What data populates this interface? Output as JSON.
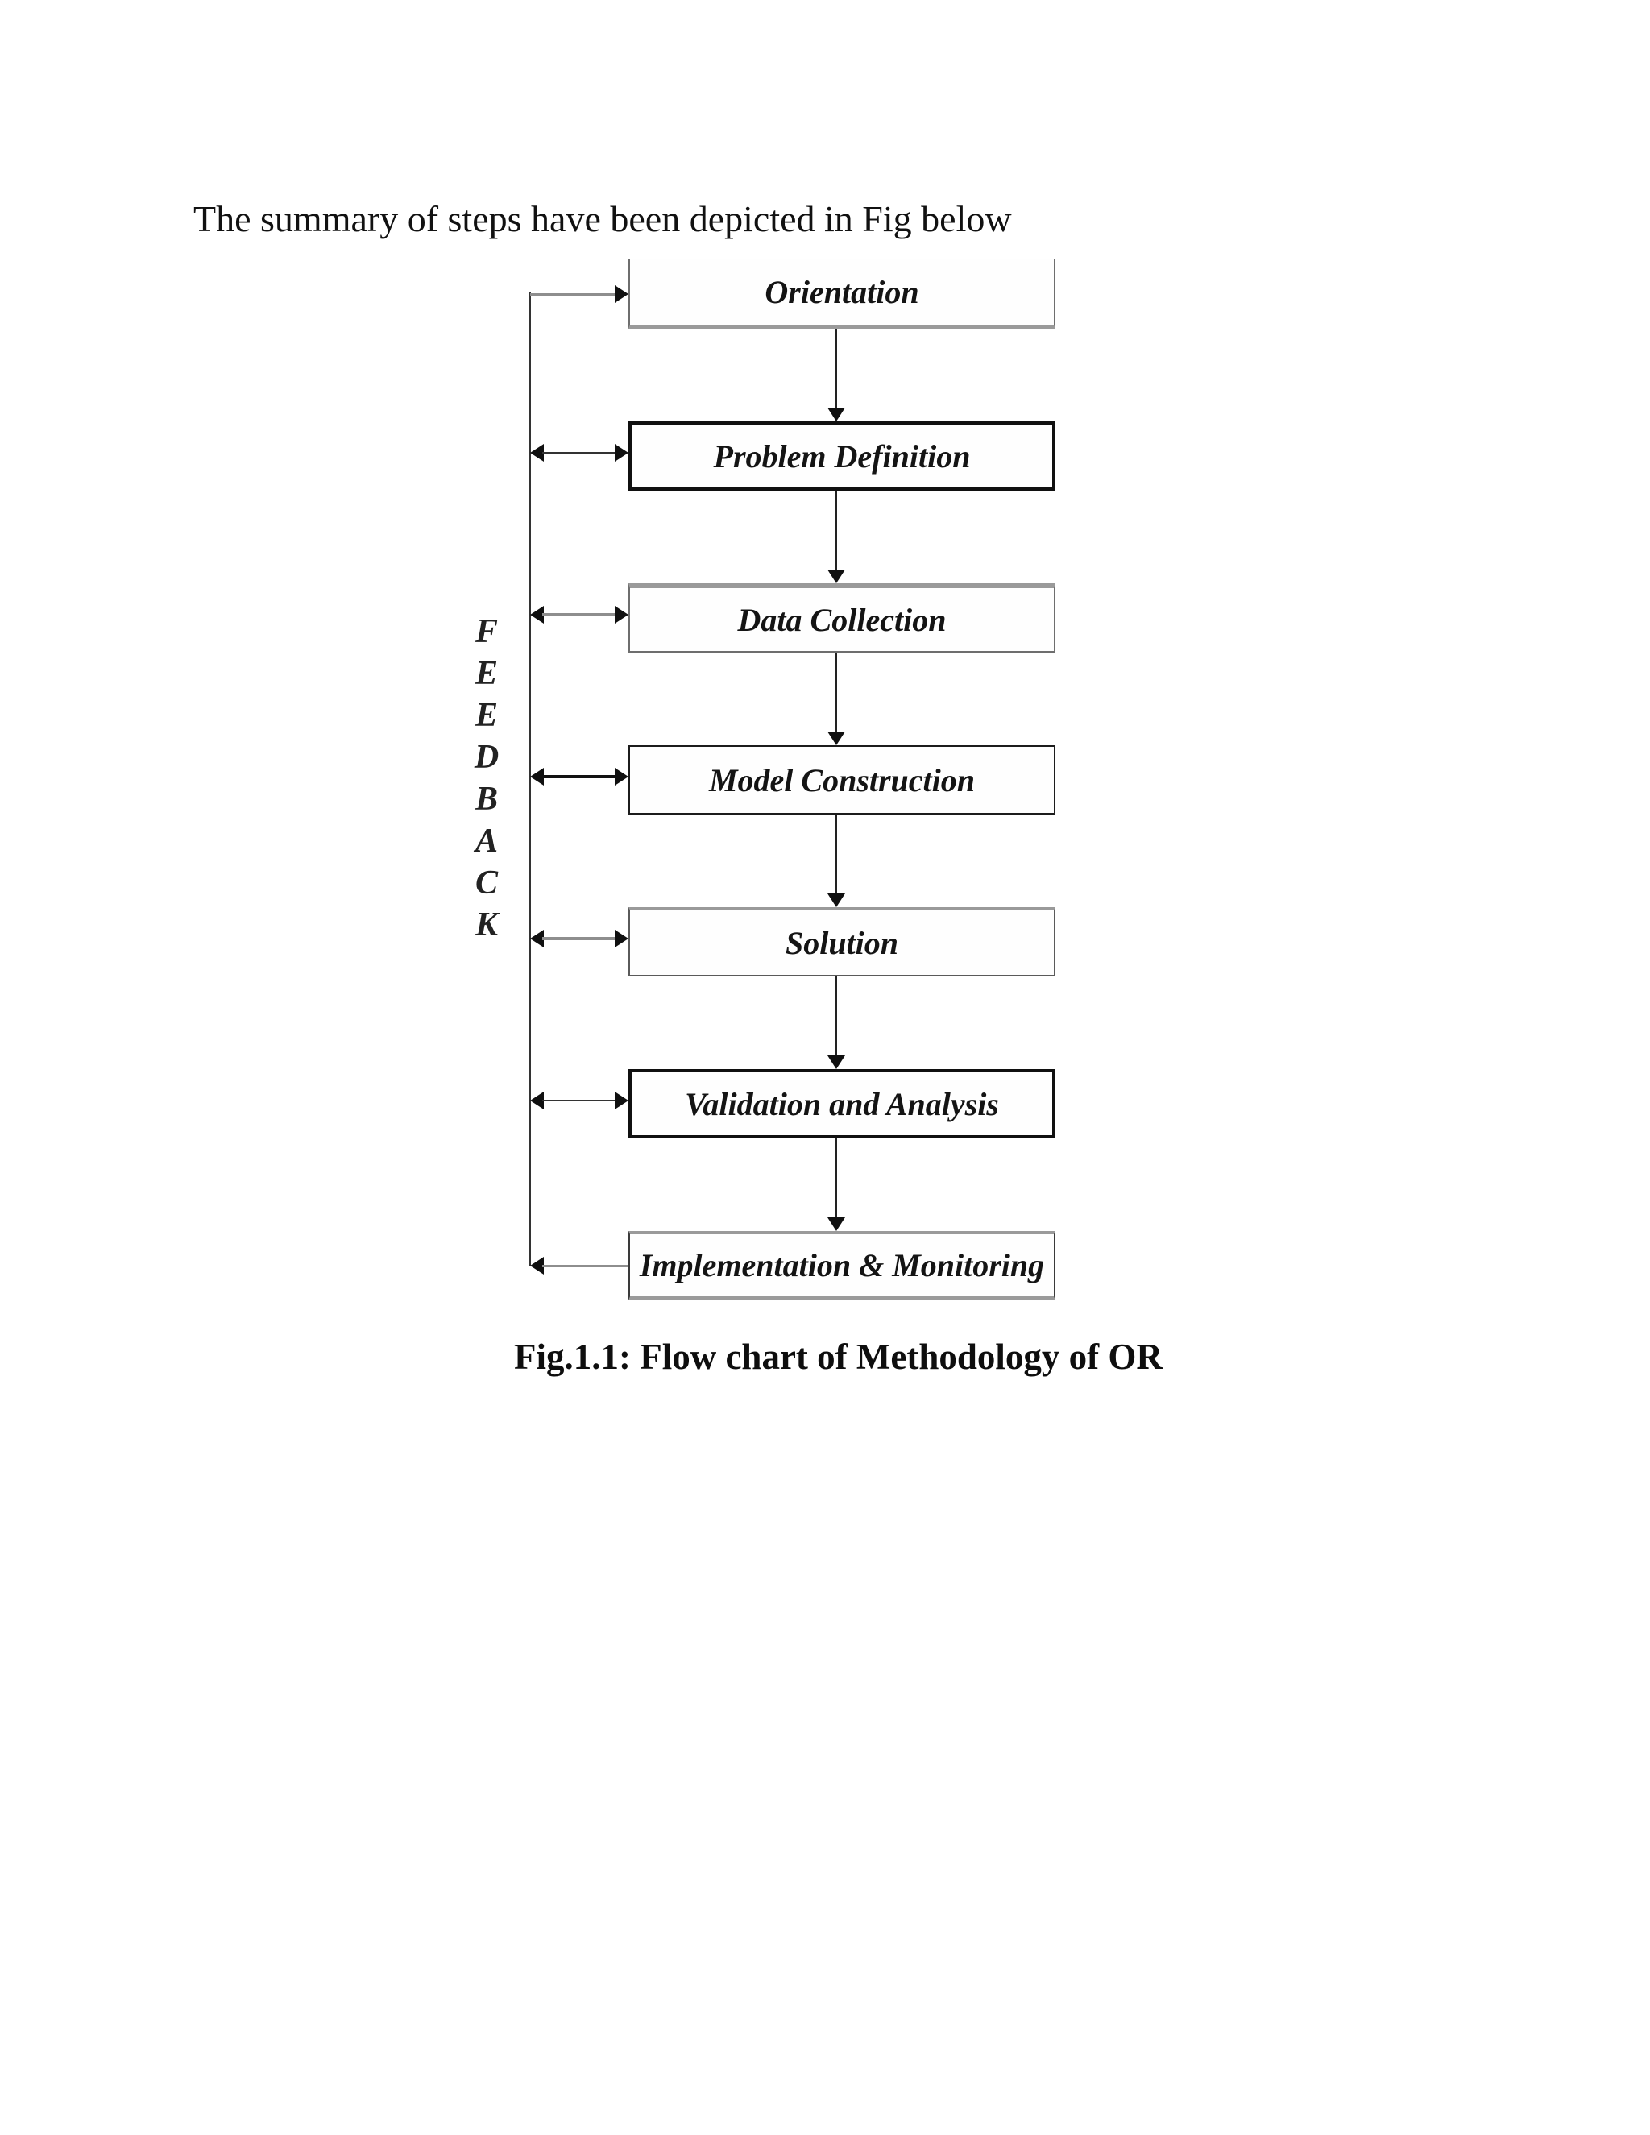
{
  "page": {
    "heading": "The summary of steps have been depicted in Fig below",
    "caption": "Fig.1.1: Flow chart of Methodology of OR"
  },
  "figure": {
    "feedback_letters": [
      "F",
      "E",
      "E",
      "D",
      "B",
      "A",
      "C",
      "K"
    ],
    "boxes": [
      {
        "label": "Orientation"
      },
      {
        "label": "Problem Definition"
      },
      {
        "label": "Data Collection"
      },
      {
        "label": "Model Construction"
      },
      {
        "label": "Solution"
      },
      {
        "label": "Validation and Analysis"
      },
      {
        "label": "Implementation & Monitoring"
      }
    ],
    "colors": {
      "ink": "#1a1a1a",
      "gray_line": "#8e8e8e",
      "background": "#ffffff"
    }
  }
}
